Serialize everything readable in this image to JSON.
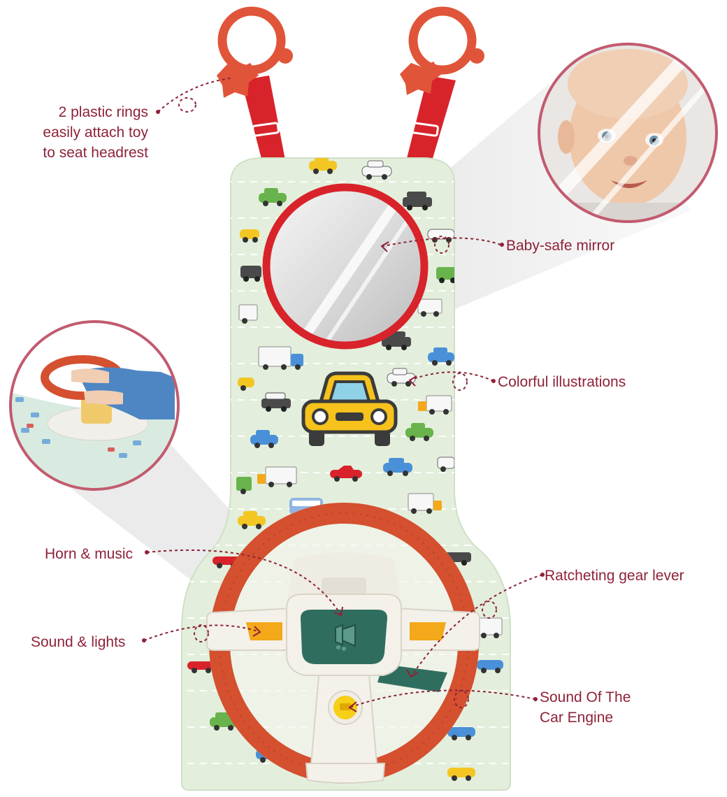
{
  "callouts": {
    "rings": {
      "line1": "2 plastic rings",
      "line2": "easily attach toy",
      "line3": "to seat headrest"
    },
    "mirror": "Baby-safe mirror",
    "illustrations": "Colorful illustrations",
    "horn": "Horn & music",
    "gear": "Ratcheting gear lever",
    "sound_lights": "Sound & lights",
    "engine": {
      "line1": "Sound Of The",
      "line2": "Car Engine"
    }
  },
  "colors": {
    "label_text": "#8e2238",
    "board": "#e3efdc",
    "strap": "#d8232b",
    "ring": "#e0553a",
    "wheel_rim": "#d4502f",
    "hub": "#f4f1ea",
    "horn_button": "#2f6e5f",
    "light_button": "#f3a91a",
    "engine_button": "#f6cf16",
    "zoom_circle_border": "#c25b6f"
  },
  "icons": [
    "baby-face-photo",
    "hands-on-wheel-photo",
    "yellow-car-icon",
    "horn-bell-icon"
  ]
}
